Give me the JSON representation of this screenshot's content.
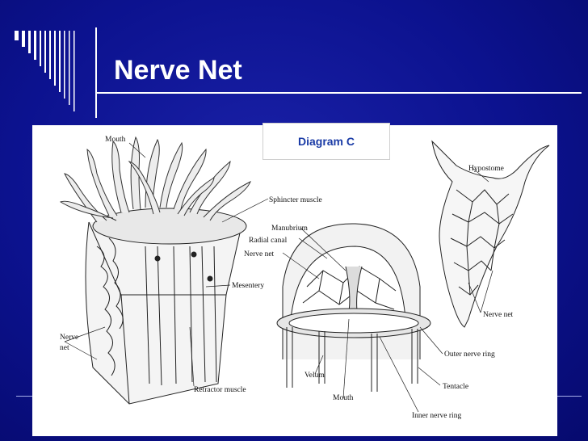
{
  "slide": {
    "title": "Nerve Net",
    "badge": "Diagram C"
  },
  "colors": {
    "background": "#0c128f",
    "title_text": "#ffffff",
    "badge_text": "#1a3ba6"
  },
  "diagram_labels": {
    "mouth_anemone": "Mouth",
    "sphincter": "Sphincter muscle",
    "mesentery": "Mesentery",
    "nerve": "Nerve",
    "net": "net",
    "retractor": "Retractor muscle",
    "manubrium": "Manubrium",
    "radial_canal": "Radial canal",
    "nerve_net_medusa": "Nerve net",
    "velum": "Velum",
    "mouth_medusa": "Mouth",
    "outer_ring": "Outer nerve ring",
    "tentacle": "Tentacle",
    "inner_ring": "Inner nerve ring",
    "hypostome": "Hypostome",
    "nerve_net_hydra": "Nerve net"
  }
}
